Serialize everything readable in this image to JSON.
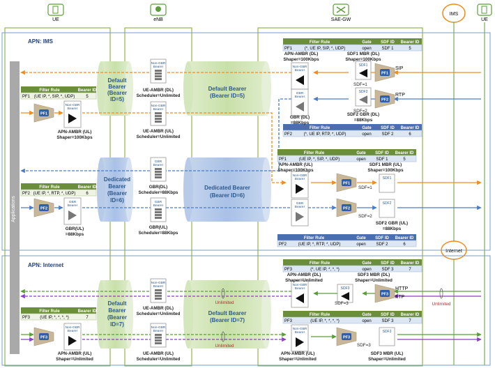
{
  "nodes": {
    "ue": "UE",
    "enb": "eNB",
    "saegw": "SAE-GW",
    "ims": "IMS",
    "internet": "Internet",
    "ue_right": "UE"
  },
  "sidebar": {
    "applications": "Applications"
  },
  "apn_ims": {
    "title": "APN: IMS",
    "default_bearer": {
      "label": "Default Bearer",
      "id": "(Bearer ID=5)",
      "ue_label_1": "Default",
      "ue_label_2": "Bearer",
      "ue_label_3": "(Bearer",
      "ue_label_4": "ID=5)"
    },
    "dedicated_bearer": {
      "label": "Dedicated Bearer",
      "id": "(Bearer ID=6)",
      "ue_label_1": "Dedicated",
      "ue_label_2": "Bearer",
      "ue_label_3": "(Bearer",
      "ue_label_4": "ID=6)"
    },
    "gw_dl_table1": {
      "headers": [
        "Filter Rule",
        "Gate",
        "SDF ID",
        "Bearer ID"
      ],
      "row": [
        "PF1",
        "(*, UE IP, SIP, *, UDP)",
        "open",
        "SDF 1",
        "5"
      ]
    },
    "gw_dl_table2": {
      "headers": [
        "Filter Rule",
        "Gate",
        "SDF ID",
        "Bearer ID"
      ],
      "row": [
        "PF2",
        "(*, UE IP, RTP, *, UDP)",
        "open",
        "SDF 2",
        "6"
      ]
    },
    "gw_ul_table1": {
      "headers": [
        "Filter Rule",
        "Gate",
        "SDF ID",
        "Bearer ID"
      ],
      "row": [
        "PF1",
        "(UE IP, *, SIP, *, UDP)",
        "open",
        "SDF 1",
        "5"
      ]
    },
    "gw_ul_table2": {
      "headers": [
        "Filter Rule",
        "Gate",
        "SDF ID",
        "Bearer ID"
      ],
      "row": [
        "PF2",
        "(UE IP, *, RTP, *, UDP)",
        "open",
        "SDF 2",
        "6"
      ]
    },
    "ue_table1": {
      "headers": [
        "Filter Rule",
        "Bearer ID"
      ],
      "row": [
        "PF1",
        "(UE IP, *, SIP, *, UDP)",
        "5"
      ]
    },
    "ue_table2": {
      "headers": [
        "Filter Rule",
        "Bearer ID"
      ],
      "row": [
        "PF2",
        "(UE IP, *, RTP, *, UDP)",
        "6"
      ]
    },
    "labels": {
      "gw_apn_ambr_dl": [
        "APN-AMBR (DL)",
        "Shaper=100Kbps"
      ],
      "gw_sdf1_mbr_dl": [
        "SDF1 MBR (DL)",
        "Shaper=100Kbps"
      ],
      "gw_gbr_dl": [
        "GBR (DL)",
        "=88Kbps"
      ],
      "gw_sdf2_gbr_dl": [
        "SDF2 GBR (DL)",
        "=88Kbps"
      ],
      "gw_apn_ambr_ul": [
        "APN-AMBR (UL)",
        "Shaper=100Kbps"
      ],
      "gw_sdf1_mbr_ul": [
        "SDF1 MBR (UL)",
        "Shaper=100Kbps"
      ],
      "gw_sdf2_gbr_ul": [
        "SDF2 GBR (UL)",
        "=88Kbps"
      ],
      "enb_ue_ambr_dl": [
        "UE-AMBR (DL)",
        "Scheduler=Unlimited"
      ],
      "enb_ue_ambr_ul": [
        "UE-AMBR (UL)",
        "Scheduler=Unlimited"
      ],
      "enb_gbr_dl": [
        "GBR(DL)",
        "Scheduler=88Kbps"
      ],
      "enb_gbr_ul": [
        "GBR(UL)",
        "Scheduler=88Kbps"
      ],
      "ue_apn_ambr_ul": [
        "APN-AMBR (UL)",
        "Shaper=100Kbps"
      ],
      "ue_gbr_ul": [
        "GBR(UL)",
        "=88Kbps"
      ]
    },
    "sip": "SIP",
    "rtp": "RTP",
    "sdf1": "SDF1",
    "sdf2": "SDF2",
    "sdf_eq_1": "SDF=1",
    "sdf_eq_2": "SDF=2"
  },
  "apn_internet": {
    "title": "APN: Internet",
    "default_bearer": {
      "label": "Default Bearer",
      "id": "(Bearer ID=7)",
      "ue_label_1": "Default",
      "ue_label_2": "Bearer",
      "ue_label_3": "(Bearer",
      "ue_label_4": "ID=7)"
    },
    "gw_dl_table": {
      "headers": [
        "Filter Rule",
        "Gate",
        "SDF ID",
        "Bearer ID"
      ],
      "row": [
        "PF3",
        "(*, UE IP, *, *, *)",
        "open",
        "SDF 3",
        "7"
      ]
    },
    "gw_ul_table": {
      "headers": [
        "Filter Rule",
        "Gate",
        "SDF ID",
        "Bearer ID"
      ],
      "row": [
        "PF3",
        "(UE IP, *, *, *, *)",
        "open",
        "SDF 3",
        "7"
      ]
    },
    "ue_table": {
      "headers": [
        "Filter Rule",
        "Bearer ID"
      ],
      "row": [
        "PF3",
        "(UE IP, *, *, *, *)",
        "7"
      ]
    },
    "labels": {
      "gw_apn_ambr_dl": [
        "APN-AMBR (DL)",
        "Shaper=Unlimited"
      ],
      "gw_sdf3_mbr_dl": [
        "SDF3 MBR (DL)",
        "Shaper=Unlimited"
      ],
      "gw_apn_ambr_ul": [
        "APN-AMBR (UL)",
        "Shaper=Unlimited"
      ],
      "gw_sdf3_mbr_ul": [
        "SDF3 MBR (UL)",
        "Shaper=Unlimited"
      ],
      "enb_ue_ambr_dl": [
        "UE-AMBR (DL)",
        "Scheduler=Unlimited"
      ],
      "enb_ue_ambr_ul": [
        "UE-AMBR (UL)",
        "Scheduler=Unlimited"
      ],
      "ue_apn_ambr_ul": [
        "APN-AMBR (UL)",
        "Shaper=Unlimited"
      ]
    },
    "http": "HTTP",
    "ftp": "FTP",
    "sdf3": "SDF3",
    "sdf_eq_3": "SDF=3",
    "unlimited": "Unlimited"
  },
  "misc": {
    "non_gbr_1": "Non-GBR",
    "non_gbr_2": "Bearer",
    "gbr_1": "GBR",
    "gbr_2": "Bearer",
    "pf1": "PF1",
    "pf2": "PF2",
    "pf3": "PF3"
  },
  "colors": {
    "orange": "#f08c1e",
    "blue": "#4a7cc7",
    "green": "#5a9e3a",
    "purple": "#8b3ec8",
    "table_header": "#6b8e3a",
    "box_green": "#8fb450",
    "grey_sidebar": "#a9a9a9"
  }
}
